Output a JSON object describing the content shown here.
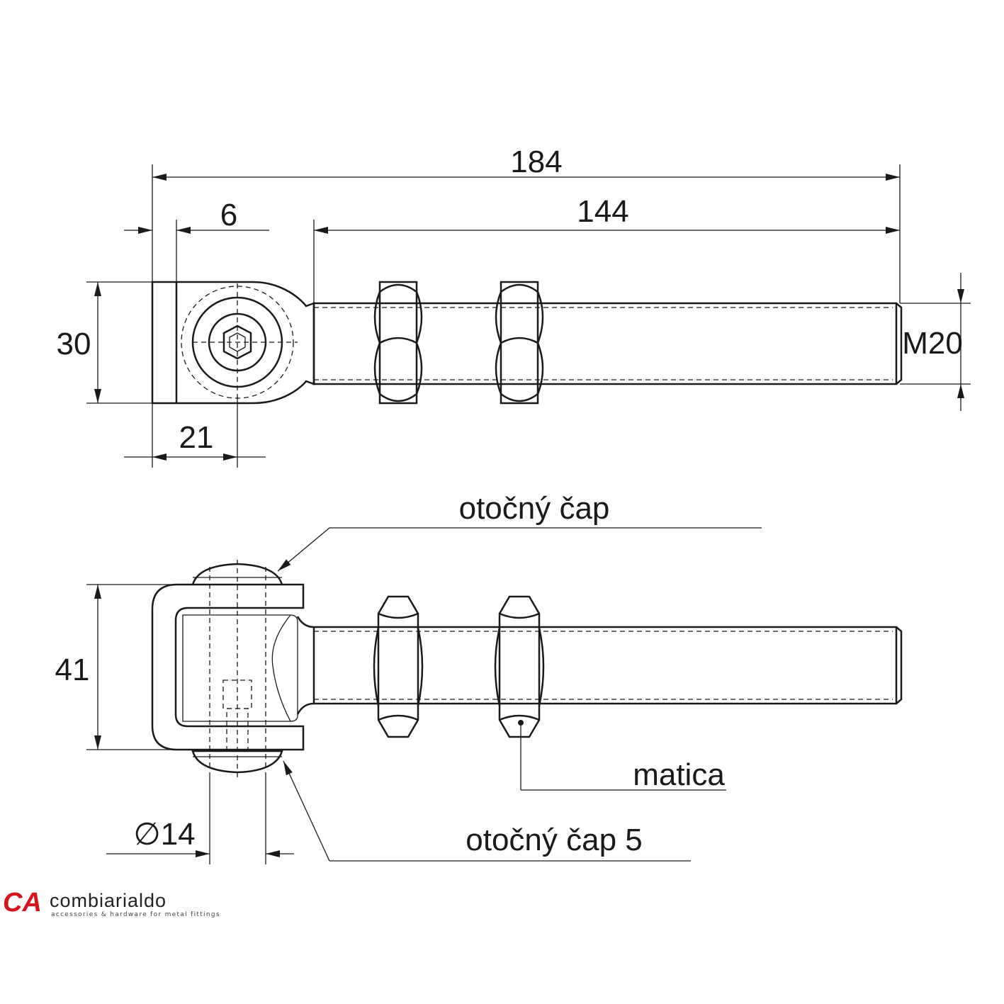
{
  "top_view": {
    "dim_overall": "184",
    "dim_thread_length": "144",
    "dim_offset": "6",
    "dim_height": "30",
    "dim_pin_center": "21",
    "thread_size": "M20"
  },
  "side_view": {
    "dim_height": "41",
    "dim_pin_diameter": "∅14",
    "label_pin_top": "otočný čap",
    "label_nut": "matica",
    "label_pin_bottom": "otočný čap 5"
  },
  "logo": {
    "mark": "CA",
    "brand": "combiarialdo",
    "tagline": "accessories & hardware for metal fittings",
    "color": "#d7141a"
  }
}
